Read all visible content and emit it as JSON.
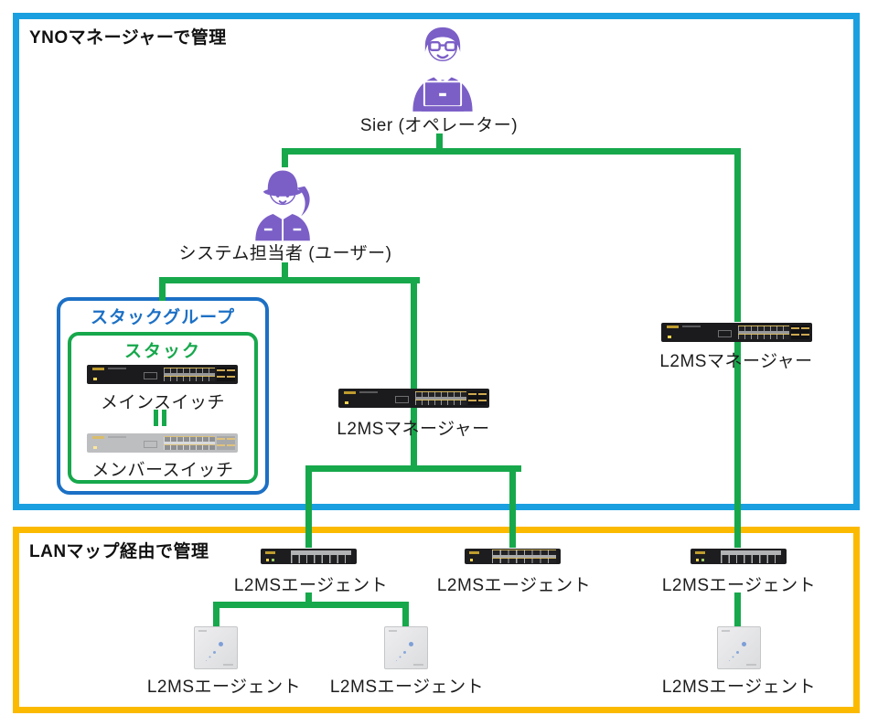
{
  "yno_box": {
    "title": "YNOマネージャーで管理"
  },
  "lan_box": {
    "title": "LANマップ経由で管理"
  },
  "actors": {
    "sier": {
      "label": "Sier (オペレーター)",
      "icon": "operator-at-laptop-icon"
    },
    "admin": {
      "label": "システム担当者 (ユーザー)",
      "icon": "field-engineer-icon"
    }
  },
  "stack_group": {
    "title": "スタックグループ",
    "stack": {
      "title": "スタック",
      "main_switch_label": "メインスイッチ",
      "member_switch_label": "メンバースイッチ"
    }
  },
  "devices": {
    "manager_center": {
      "label": "L2MSマネージャー"
    },
    "manager_right": {
      "label": "L2MSマネージャー"
    },
    "agent_switch_left": {
      "label": "L2MSエージェント"
    },
    "agent_switch_center": {
      "label": "L2MSエージェント"
    },
    "agent_switch_right": {
      "label": "L2MSエージェント"
    },
    "ap_left": {
      "label": "L2MSエージェント"
    },
    "ap_center": {
      "label": "L2MSエージェント"
    },
    "ap_right": {
      "label": "L2MSエージェント"
    }
  },
  "colors": {
    "connector_green": "#17a84c",
    "yno_border_blue": "#1aa0e0",
    "lan_border_orange": "#fbba00",
    "stack_group_blue": "#1c70c5",
    "person_purple": "#7b5fc7"
  }
}
